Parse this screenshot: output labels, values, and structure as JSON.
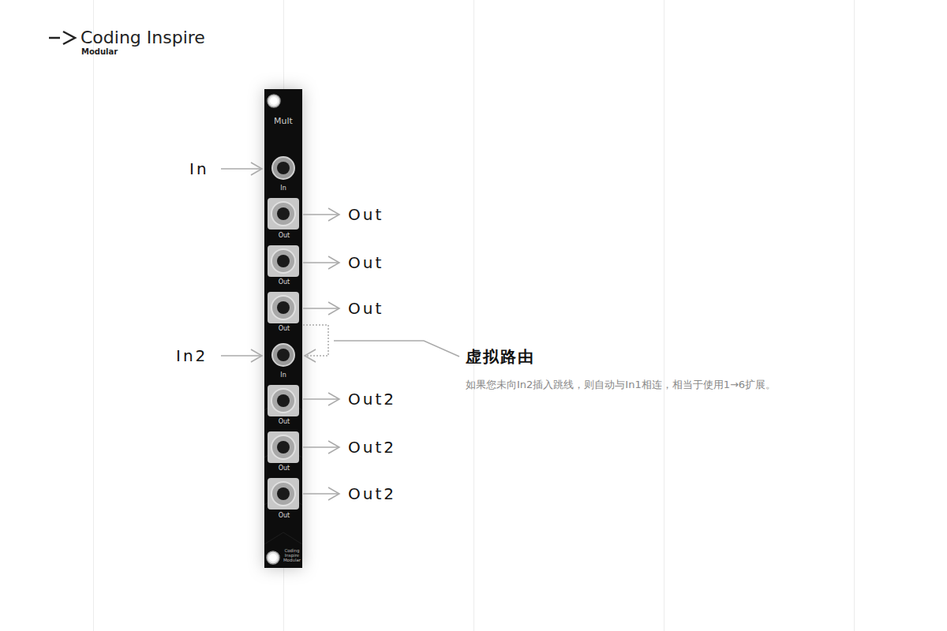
{
  "diagram": {
    "labels": [
      "Coding Inspire",
      "Modular",
      "Mult",
      "In",
      "In",
      "Out",
      "Out",
      "Out",
      "Out",
      "Out",
      "Out",
      "In2",
      "虚拟路由",
      "In",
      "如果您未向In2插入跳线，则自动与In1相连，相当于使用1→6扩展。",
      "Out2",
      "Out",
      "Out2",
      "Out",
      "Out2",
      "Out",
      "Coding Inspire Modular"
    ]
  }
}
